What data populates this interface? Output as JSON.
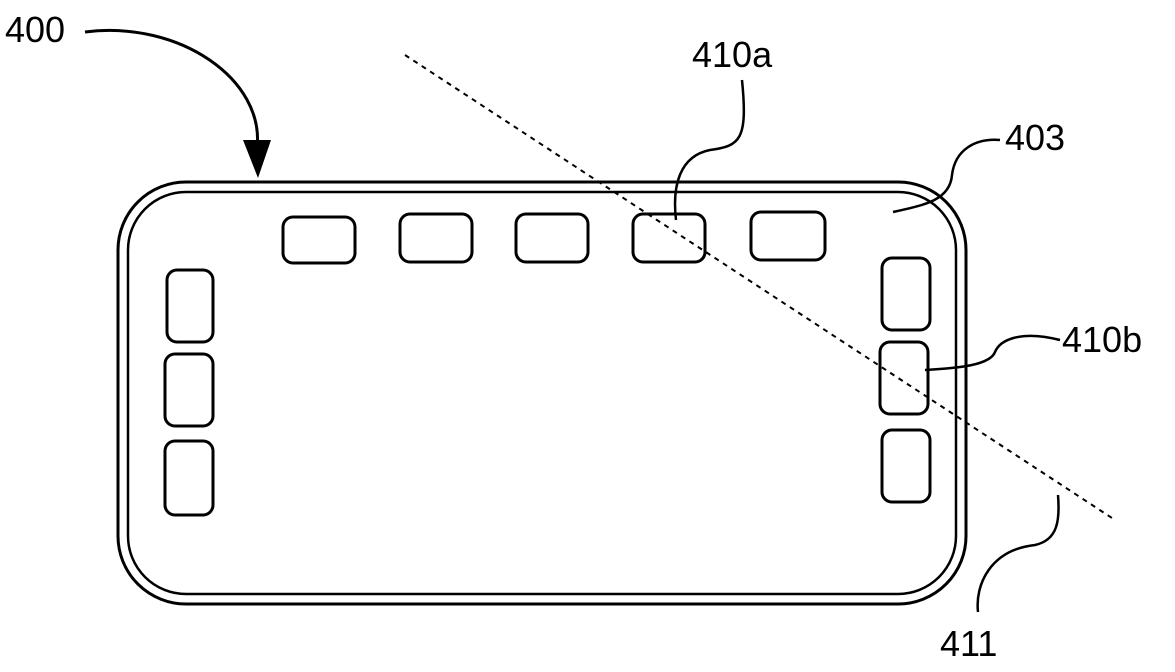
{
  "labels": {
    "device": "400",
    "pad_a": "410a",
    "surface": "403",
    "pad_b": "410b",
    "line": "411"
  }
}
